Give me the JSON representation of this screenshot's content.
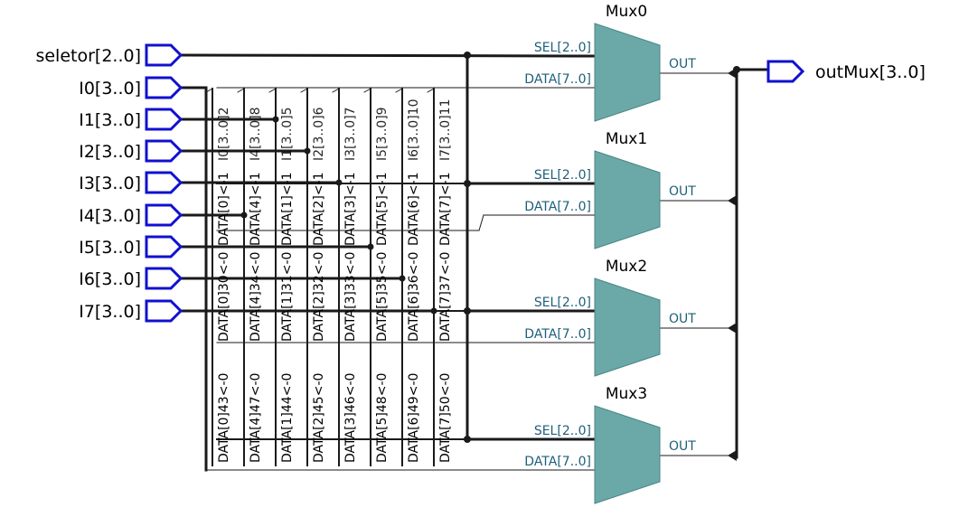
{
  "colors": {
    "wire": "#1a1a1a",
    "pin_outline": "#1010d0",
    "mux_fill": "#6aa9a8",
    "mux_stroke": "#4a8584",
    "port_text": "#1f5f7a"
  },
  "inputs": [
    {
      "label": "seletor[2..0]",
      "icon": "input-pin-icon"
    },
    {
      "label": "I0[3..0]",
      "icon": "input-pin-icon"
    },
    {
      "label": "I1[3..0]",
      "icon": "input-pin-icon"
    },
    {
      "label": "I2[3..0]",
      "icon": "input-pin-icon"
    },
    {
      "label": "I3[3..0]",
      "icon": "input-pin-icon"
    },
    {
      "label": "I4[3..0]",
      "icon": "input-pin-icon"
    },
    {
      "label": "I5[3..0]",
      "icon": "input-pin-icon"
    },
    {
      "label": "I6[3..0]",
      "icon": "input-pin-icon"
    },
    {
      "label": "I7[3..0]",
      "icon": "input-pin-icon"
    }
  ],
  "output": {
    "label": "outMux[3..0]",
    "icon": "output-pin-icon"
  },
  "muxes": [
    {
      "name": "Mux0",
      "sel": "SEL[2..0]",
      "data": "DATA[7..0]",
      "out": "OUT"
    },
    {
      "name": "Mux1",
      "sel": "SEL[2..0]",
      "data": "DATA[7..0]",
      "out": "OUT"
    },
    {
      "name": "Mux2",
      "sel": "SEL[2..0]",
      "data": "DATA[7..0]",
      "out": "OUT"
    },
    {
      "name": "Mux3",
      "sel": "SEL[2..0]",
      "data": "DATA[7..0]",
      "out": "OUT"
    }
  ],
  "bus_columns": [
    {
      "top": "DATA[0]<-1",
      "top_over": "I0[3..0]2",
      "mid": "DATA[0]30<-0",
      "bottom": "DATA[0]43<-0"
    },
    {
      "top": "DATA[4]<-1",
      "top_over": "I4[3..0]8",
      "mid": "DATA[4]34<-0",
      "bottom": "DATA[4]47<-0"
    },
    {
      "top": "DATA[1]<-1",
      "top_over": "I1[3..0]5",
      "mid": "DATA[1]31<-0",
      "bottom": "DATA[1]44<-0"
    },
    {
      "top": "DATA[2]<-1",
      "top_over": "I2[3..0]6",
      "mid": "DATA[2]32<-0",
      "bottom": "DATA[2]45<-0"
    },
    {
      "top": "DATA[3]<-1",
      "top_over": "I3[3..0]7",
      "mid": "DATA[3]33<-0",
      "bottom": "DATA[3]46<-0"
    },
    {
      "top": "DATA[5]<-1",
      "top_over": "I5[3..0]9",
      "mid": "DATA[5]35<-0",
      "bottom": "DATA[5]48<-0"
    },
    {
      "top": "DATA[6]<-1",
      "top_over": "I6[3..0]10",
      "mid": "DATA[6]36<-0",
      "bottom": "DATA[6]49<-0"
    },
    {
      "top": "DATA[7]<-1",
      "top_over": "I7[3..0]11",
      "mid": "DATA[7]37<-0",
      "bottom": "DATA[7]50<-0"
    }
  ]
}
